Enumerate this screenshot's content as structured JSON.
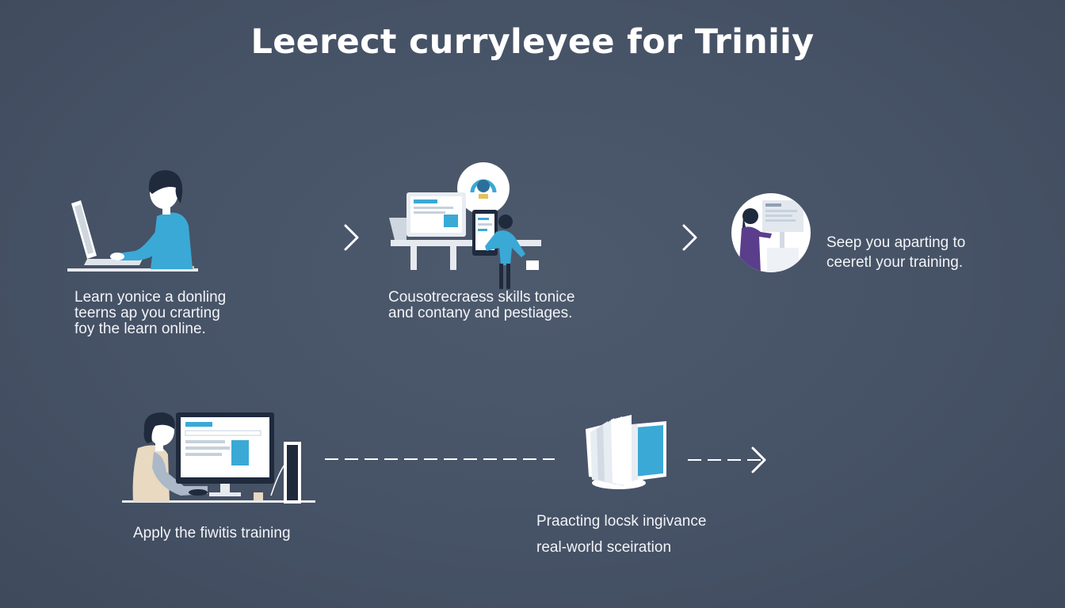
{
  "title": "Leerect curryleyee for Triniiy",
  "steps": [
    {
      "lines": [
        "Learn yonice a donling",
        "teerns ap you crarting",
        "foy the learn online."
      ]
    },
    {
      "lines": [
        "Cousotrecraess skills tonice",
        "and contany and pestiages."
      ]
    },
    {
      "lines": [
        "Seep you aparting to",
        "ceeretl your training."
      ]
    },
    {
      "lines": [
        "Apply the fiwitis training"
      ]
    },
    {
      "lines": [
        "Praacting locsk ingivance",
        "real-world sceiration"
      ]
    }
  ],
  "colors": {
    "background": "#465266",
    "accent": "#3aa9d6",
    "text": "#ffffff",
    "screen": "#e8edf3"
  }
}
